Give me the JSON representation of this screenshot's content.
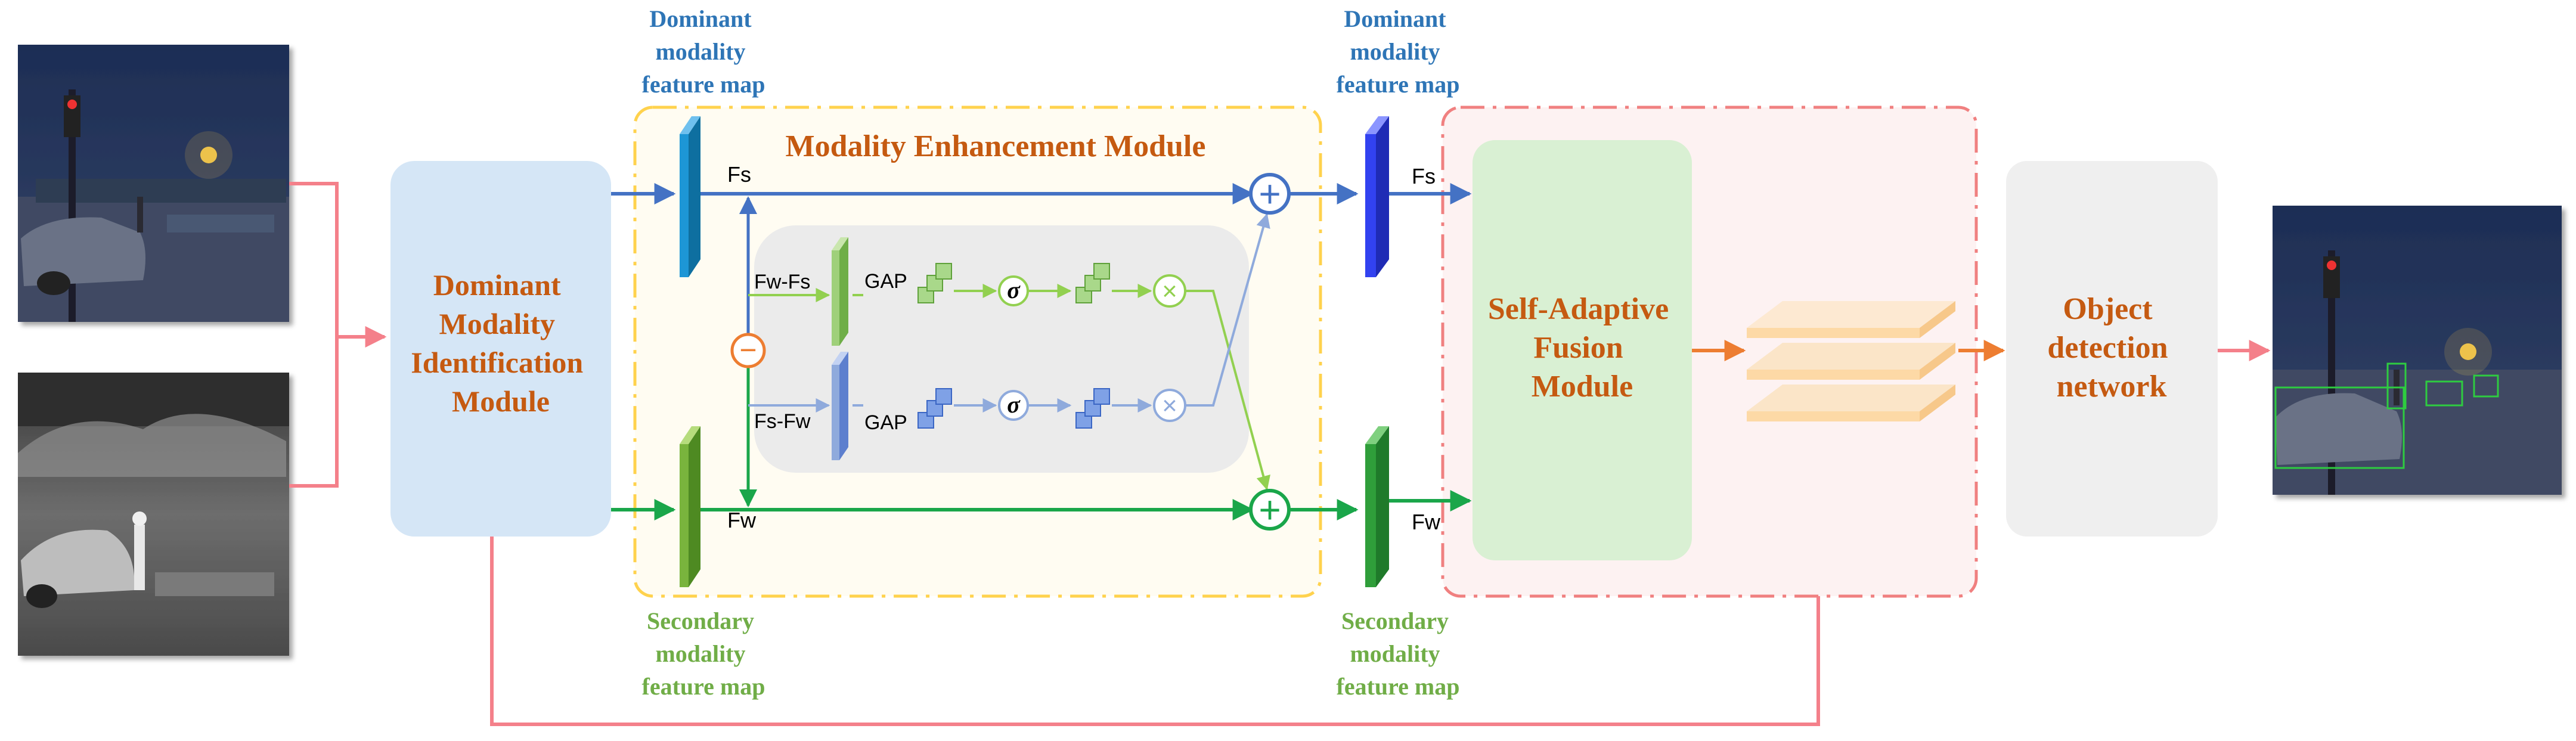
{
  "colors": {
    "blue": "#4472c4",
    "green": "#1aa64a",
    "pink": "#f4808a",
    "orange": "#ed7d31",
    "brown_text": "#c55a11",
    "blue_text": "#2e75b6",
    "green_text": "#70ad47",
    "yellow_dash": "#ffd24d",
    "red_dash": "#f08080",
    "light_green_arrow": "#92d050",
    "light_blue_arrow": "#8faadc"
  },
  "labels": {
    "dominant_map_1": [
      "Dominant",
      "modality",
      "feature map"
    ],
    "dominant_map_2": [
      "Dominant",
      "modality",
      "feature map"
    ],
    "secondary_map_1": [
      "Secondary",
      "modality",
      "feature map"
    ],
    "secondary_map_2": [
      "Secondary",
      "modality",
      "feature map"
    ],
    "dmi_module": [
      "Dominant",
      "Modality",
      "Identification",
      "Module"
    ],
    "mem_title": "Modality Enhancement Module",
    "saf_module": [
      "Self-Adaptive",
      "Fusion",
      "Module"
    ],
    "odn": [
      "Object",
      "detection",
      "network"
    ]
  },
  "tokens": {
    "fs_a": "Fs",
    "fw_a": "Fw",
    "fs_b": "Fs",
    "fw_b": "Fw",
    "fw_minus_fs": "Fw-Fs",
    "fs_minus_fw": "Fs-Fw",
    "gap_top": "GAP",
    "gap_bottom": "GAP",
    "sigma_top": "σ",
    "sigma_bottom": "σ",
    "minus": "−",
    "plus_top": "+",
    "plus_bottom": "+",
    "times_top": "×",
    "times_bottom": "×"
  },
  "icons": {
    "rgb_input": "night-street-rgb-photo",
    "ir_input": "night-street-infrared-photo",
    "output": "detection-result-photo"
  }
}
